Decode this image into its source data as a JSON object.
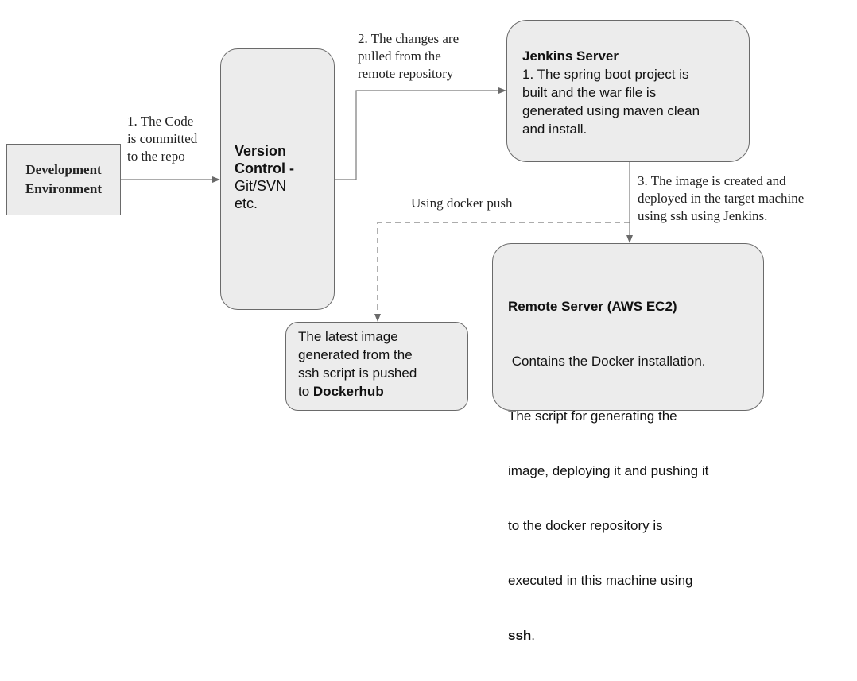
{
  "nodes": {
    "dev_env": {
      "line1": "Development",
      "line2": "Environment"
    },
    "version_control": {
      "title_line1": "Version",
      "title_line2": "Control -",
      "body_line1": "Git/SVN",
      "body_line2": "etc."
    },
    "jenkins": {
      "title": "Jenkins Server",
      "lines": [
        "1.  The spring boot project is",
        "built and the war file is",
        "generated using maven clean",
        "and install."
      ]
    },
    "remote": {
      "title": "Remote Server (AWS EC2)",
      "lines": [
        " Contains the Docker installation.",
        "The script for generating the",
        "image, deploying it and pushing it",
        "to the docker repository is",
        "executed in this machine using"
      ],
      "last_bold": "ssh",
      "last_tail": "."
    },
    "dockerhub": {
      "lines": [
        "The latest image",
        "generated from the",
        "ssh script is pushed"
      ],
      "last_prefix": "to ",
      "last_bold": "Dockerhub"
    }
  },
  "edges": {
    "commit": [
      "1. The Code",
      "is committed",
      "to the repo"
    ],
    "pull": [
      "2. The changes are",
      "pulled from the",
      "remote repository"
    ],
    "deploy": [
      "3. The image is created and",
      "deployed in the target machine",
      "using ssh using Jenkins."
    ],
    "push": "Using docker push"
  },
  "colors": {
    "box_fill": "#ececec",
    "box_border": "#6a6a6a",
    "line": "#7a7a7a"
  }
}
